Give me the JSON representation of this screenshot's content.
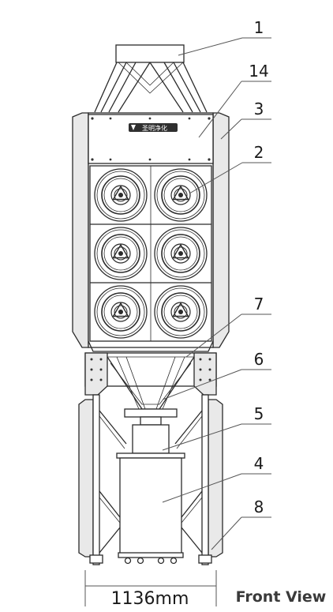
{
  "callouts": [
    "1",
    "14",
    "3",
    "2",
    "7",
    "6",
    "5",
    "4",
    "8"
  ],
  "dimension": {
    "width_label": "1136mm"
  },
  "view_label": "Front View",
  "logo_text": "圣明净化"
}
